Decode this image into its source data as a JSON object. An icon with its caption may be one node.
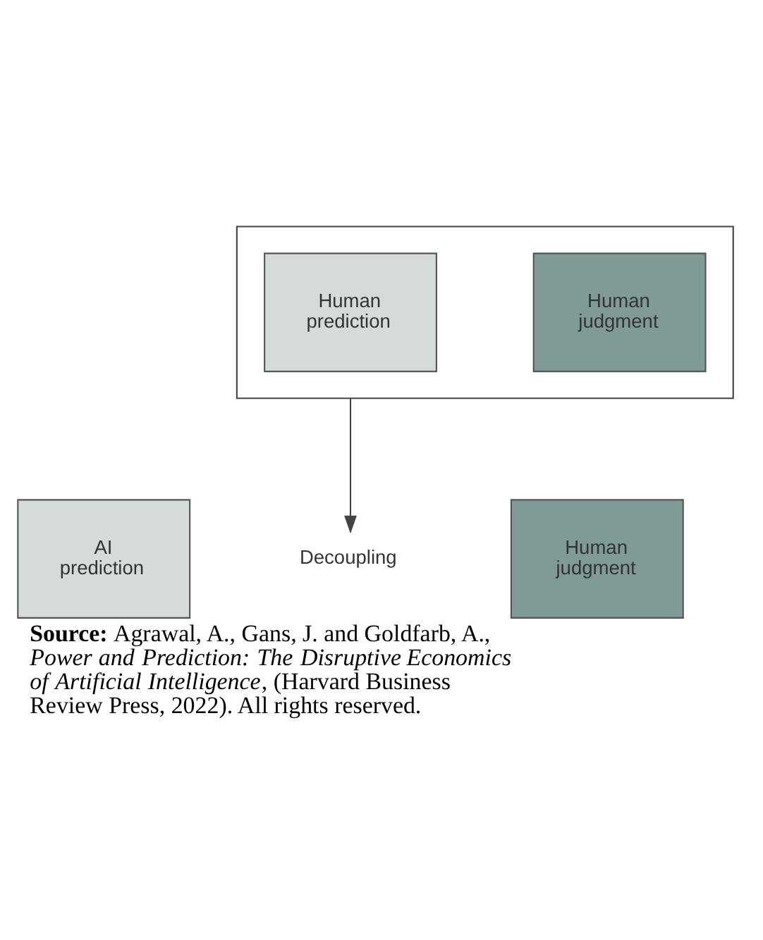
{
  "diagram": {
    "caption": "**Source:** Agrawal, A., Gans, J. and Goldfarb, A., *Power and Prediction: The Disruptive Economics of Artificial Intelligence*, (Harvard Business Review Press, 2022). All rights reserved.",
    "nodes": [
      {
        "text": [],
        "shape": "box"
      },
      {
        "text": [
          "Human prediction"
        ],
        "in": 0
      },
      {
        "text": [
          "Human judgment"
        ],
        "in": 0
      },
      {
        "text": [
          "AI prediction"
        ]
      },
      {
        "text": [
          "Decoupling"
        ]
      },
      {
        "text": [
          "Human judgment"
        ]
      }
    ],
    "edges": [
      {
        "from": 0,
        "to": 4,
        "arrow": "to"
      }
    ]
  }
}
